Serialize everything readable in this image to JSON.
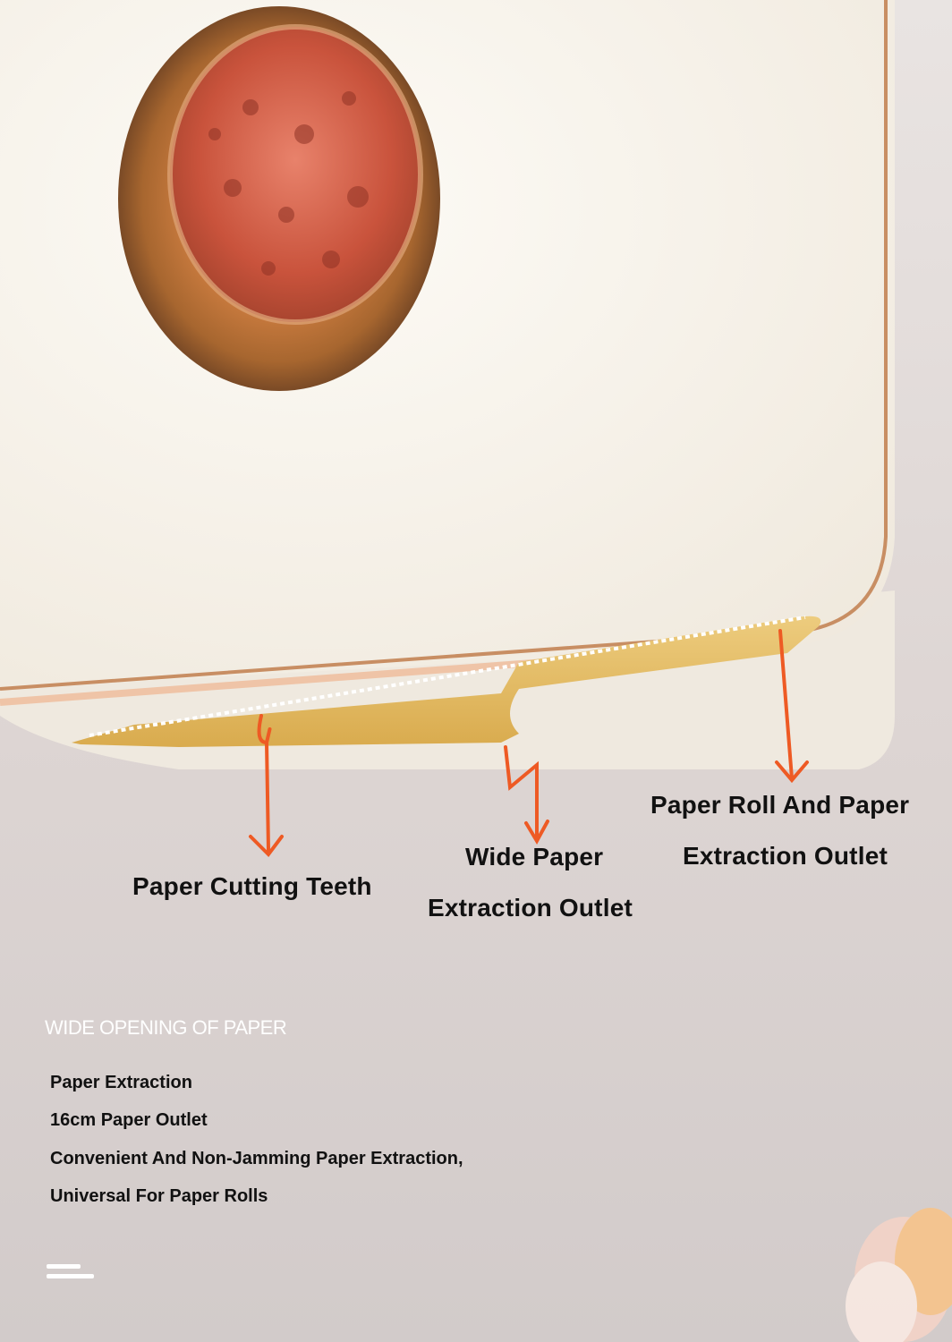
{
  "callouts": {
    "cutting_teeth": "Paper Cutting Teeth",
    "wide_outlet_line1": "Wide Paper",
    "wide_outlet_line2": "Extraction Outlet",
    "roll_outlet_line1": "Paper Roll And Paper",
    "roll_outlet_line2": "Extraction Outlet"
  },
  "section": {
    "heading": "WIDE OPENING OF PAPER",
    "features": [
      "Paper Extraction",
      "16cm Paper Outlet",
      "Convenient And Non-Jamming Paper Extraction,",
      "Universal For Paper Rolls"
    ]
  },
  "colors": {
    "body": "#f6f1e8",
    "trim": "#d69a6e",
    "slot": "#e3b95a",
    "arrow": "#ee5a24",
    "bowl": "#b9743f"
  }
}
